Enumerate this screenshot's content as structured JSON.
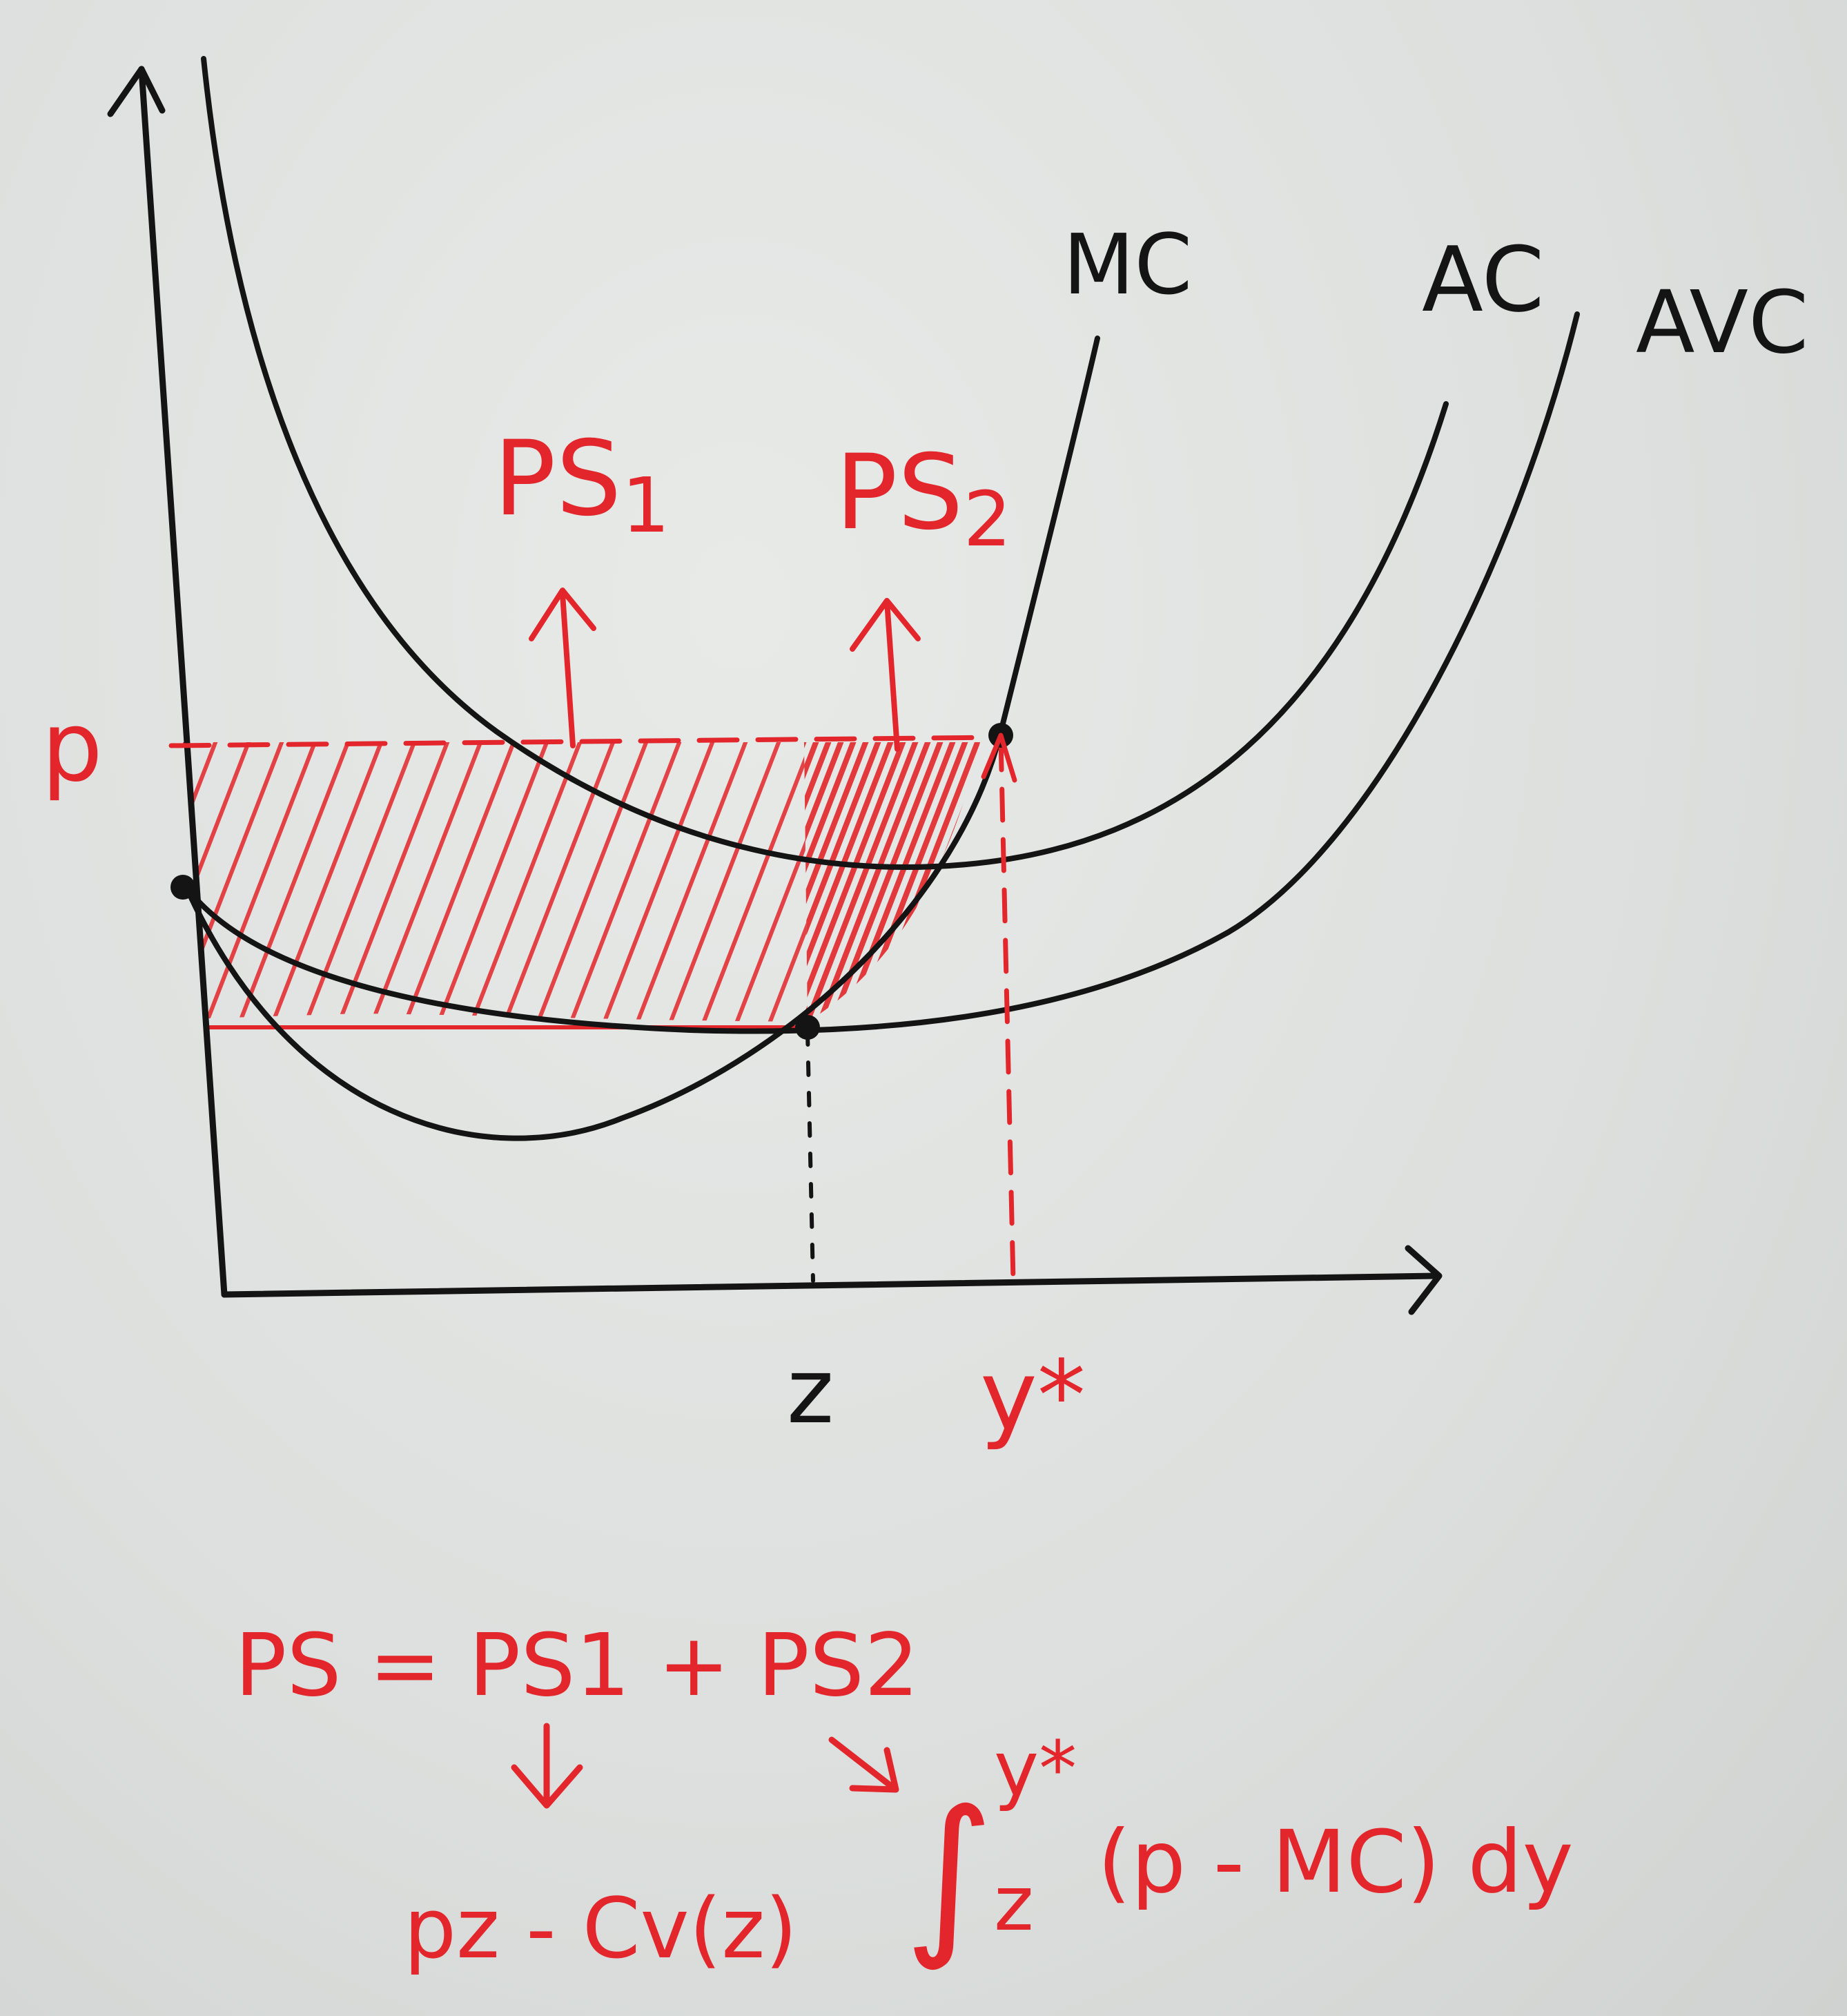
{
  "curves": {
    "mc_label": "MC",
    "ac_label": "AC",
    "avc_label": "AVC"
  },
  "regions": {
    "ps1_label": "PS",
    "ps1_sub": "1",
    "ps2_label": "PS",
    "ps2_sub": "2"
  },
  "axes": {
    "price_label": "p",
    "z_label": "z",
    "ystar_label": "y*"
  },
  "formula": {
    "line1": "PS = PS1 + PS2",
    "left_result": "pz - Cv(z)",
    "integral_upper": "y*",
    "integral_lower": "z",
    "integrand": "(p - MC) dy"
  },
  "colors": {
    "ink": "#141414",
    "red": "#e2262b",
    "paper": "#dfe1df"
  }
}
